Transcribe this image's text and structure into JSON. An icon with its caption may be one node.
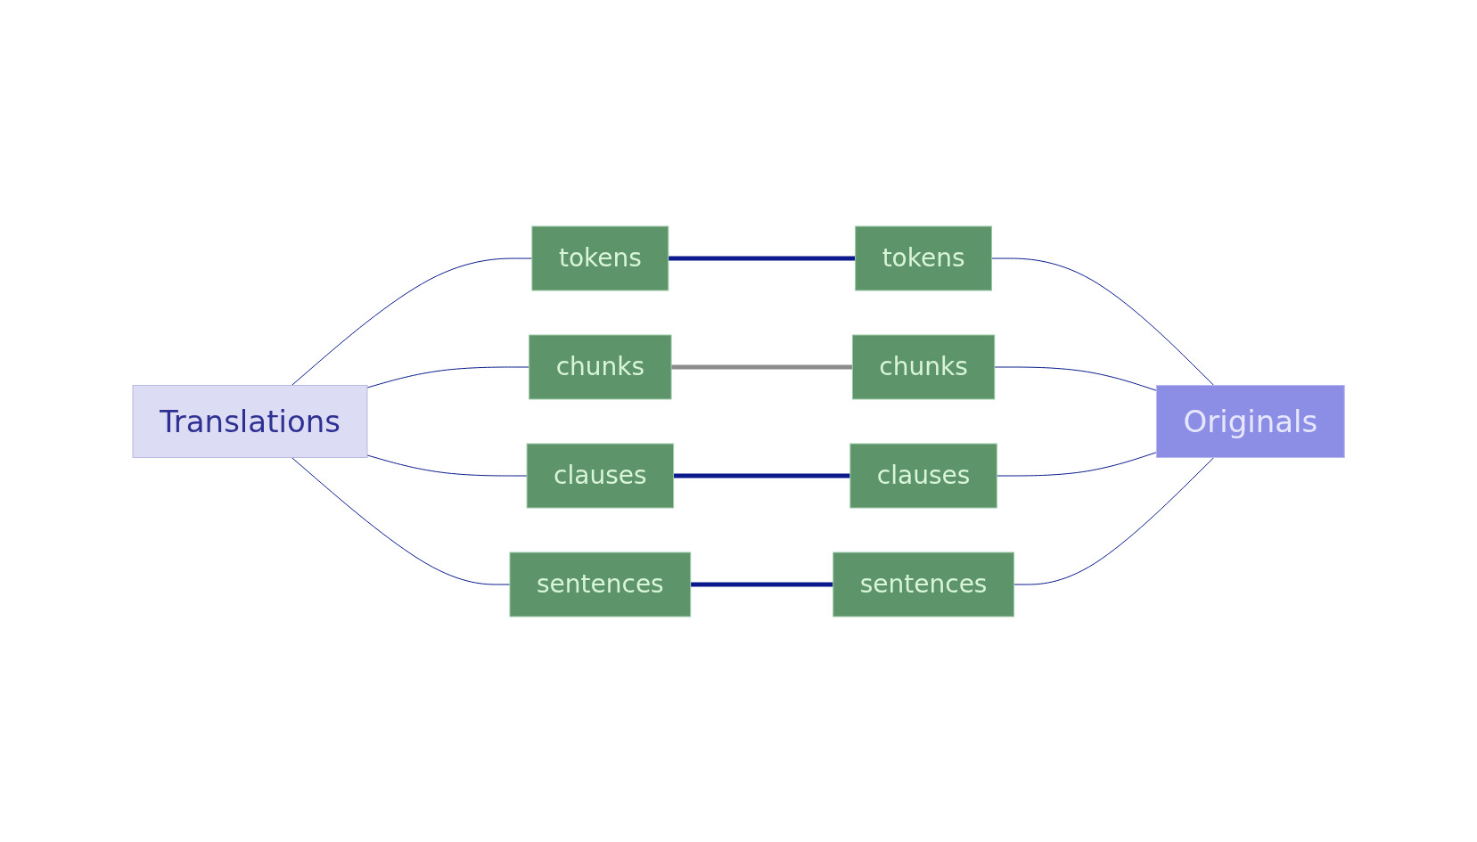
{
  "diagram": {
    "nodes": [
      {
        "text": [
          "Translations"
        ]
      },
      {
        "text": [
          "Originals"
        ]
      },
      {
        "text": [
          "tokens"
        ]
      },
      {
        "text": [
          "tokens"
        ]
      },
      {
        "text": [
          "chunks"
        ]
      },
      {
        "text": [
          "chunks"
        ]
      },
      {
        "text": [
          "clauses"
        ]
      },
      {
        "text": [
          "clauses"
        ]
      },
      {
        "text": [
          "sentences"
        ]
      },
      {
        "text": [
          "sentences"
        ]
      }
    ],
    "edges": [
      {
        "from": 0,
        "to": 2,
        "arrow": "none",
        "color": "#0a1a8c"
      },
      {
        "from": 0,
        "to": 4,
        "arrow": "none",
        "color": "#0a1a8c"
      },
      {
        "from": 0,
        "to": 6,
        "arrow": "none",
        "color": "#0a1a8c"
      },
      {
        "from": 0,
        "to": 8,
        "arrow": "none",
        "color": "#0a1a8c"
      },
      {
        "from": 1,
        "to": 3,
        "arrow": "none",
        "color": "#0a1a8c"
      },
      {
        "from": 1,
        "to": 5,
        "arrow": "none",
        "color": "#0a1a8c"
      },
      {
        "from": 1,
        "to": 7,
        "arrow": "none",
        "color": "#0a1a8c"
      },
      {
        "from": 1,
        "to": 9,
        "arrow": "none",
        "color": "#0a1a8c"
      },
      {
        "from": 2,
        "to": 3,
        "arrow": "none",
        "style": "thick",
        "color": "#0a1a8c"
      },
      {
        "from": 4,
        "to": 5,
        "arrow": "none",
        "style": "thick",
        "color": "#8c8c8c"
      },
      {
        "from": 6,
        "to": 7,
        "arrow": "none",
        "style": "thick",
        "color": "#0a1a8c"
      },
      {
        "from": 8,
        "to": 9,
        "arrow": "none",
        "style": "thick",
        "color": "#0a1a8c"
      }
    ]
  }
}
